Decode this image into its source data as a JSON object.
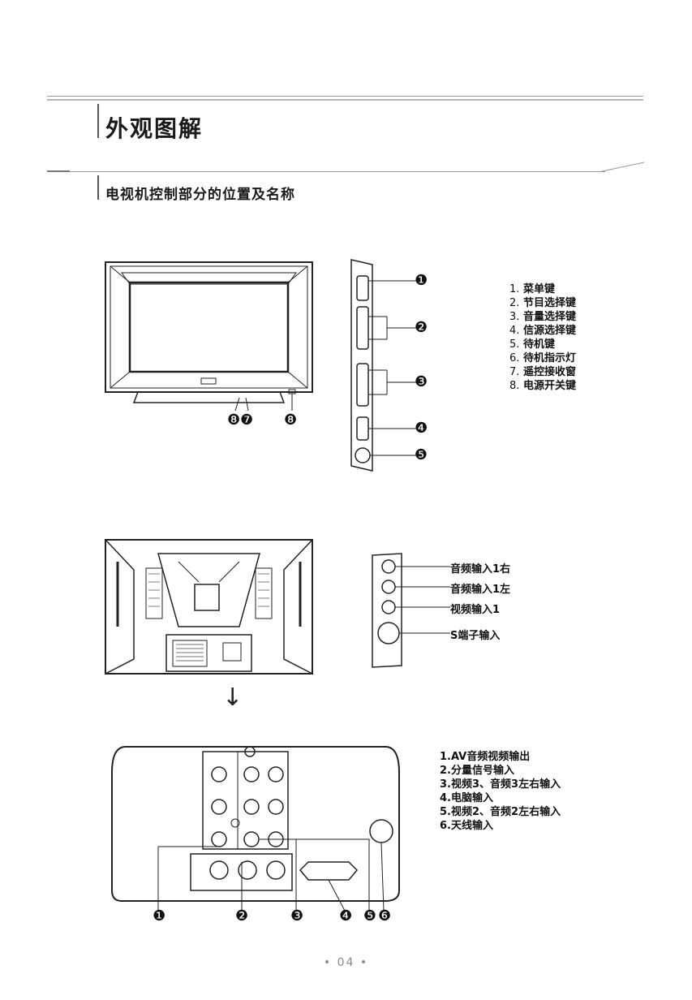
{
  "header": {
    "title": "外观图解",
    "subtitle": "电视机控制部分的位置及名称"
  },
  "front_legend": [
    {
      "num": "1.",
      "label": "菜单键"
    },
    {
      "num": "2.",
      "label": "节目选择键"
    },
    {
      "num": "3.",
      "label": "音量选择键"
    },
    {
      "num": "4.",
      "label": "信源选择键"
    },
    {
      "num": "5.",
      "label": "待机键"
    },
    {
      "num": "6.",
      "label": "待机指示灯"
    },
    {
      "num": "7.",
      "label": "遥控接收窗"
    },
    {
      "num": "8.",
      "label": "电源开关键"
    }
  ],
  "side_inputs": [
    {
      "label": "音频输入1右"
    },
    {
      "label": "音频输入1左"
    },
    {
      "label": "视频输入1"
    },
    {
      "label": "S端子输入"
    }
  ],
  "rear_legend": [
    {
      "label": "1.AV音频视频输出"
    },
    {
      "label": "2.分量信号输入"
    },
    {
      "label": "3.视频3、音频3左右输入"
    },
    {
      "label": "4.电脑输入"
    },
    {
      "label": "5.视频2、音频2左右输入"
    },
    {
      "label": "6.天线输入"
    }
  ],
  "callouts": {
    "c1": "❶",
    "c2": "❷",
    "c3": "❸",
    "c4": "❹",
    "c5": "❺",
    "c6": "❻",
    "c7": "❼",
    "c8": "❽"
  },
  "arrow": "↓",
  "page_number": "• 04 •"
}
